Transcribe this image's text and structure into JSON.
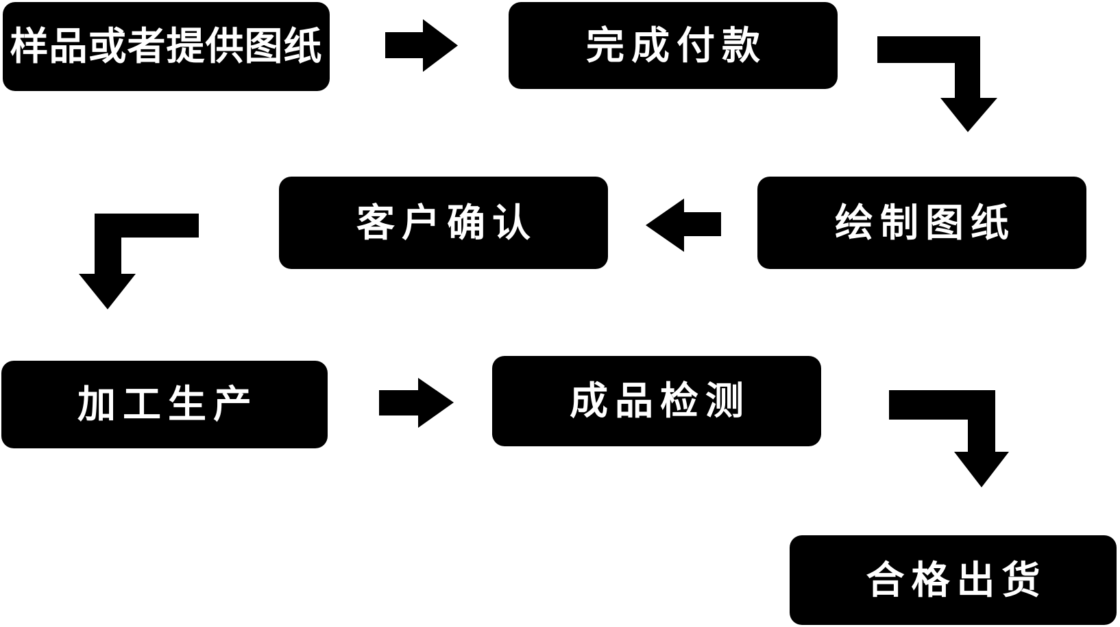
{
  "diagram": {
    "type": "flowchart",
    "colors": {
      "background": "#ffffff",
      "node_fill": "#000000",
      "node_text": "#ffffff",
      "arrow_fill": "#000000"
    },
    "nodes": [
      {
        "id": "sample-or-drawing",
        "label": "样品或者提供图纸"
      },
      {
        "id": "complete-payment",
        "label": "完成付款"
      },
      {
        "id": "draw-drawings",
        "label": "绘制图纸"
      },
      {
        "id": "customer-confirmation",
        "label": "客户确认"
      },
      {
        "id": "processing-production",
        "label": "加工生产"
      },
      {
        "id": "finished-inspection",
        "label": "成品检测"
      },
      {
        "id": "qualified-shipment",
        "label": "合格出货"
      }
    ],
    "connections": [
      {
        "from": "样品或者提供图纸",
        "to": "完成付款",
        "shape": "straight-right-arrow"
      },
      {
        "from": "完成付款",
        "to": "绘制图纸",
        "shape": "elbow-right-then-down-arrow"
      },
      {
        "from": "绘制图纸",
        "to": "客户确认",
        "shape": "straight-left-arrow"
      },
      {
        "from": "客户确认",
        "to": "加工生产",
        "shape": "elbow-left-then-down-arrow"
      },
      {
        "from": "加工生产",
        "to": "成品检测",
        "shape": "straight-right-arrow"
      },
      {
        "from": "成品检测",
        "to": "合格出货",
        "shape": "elbow-right-then-down-arrow"
      }
    ]
  }
}
